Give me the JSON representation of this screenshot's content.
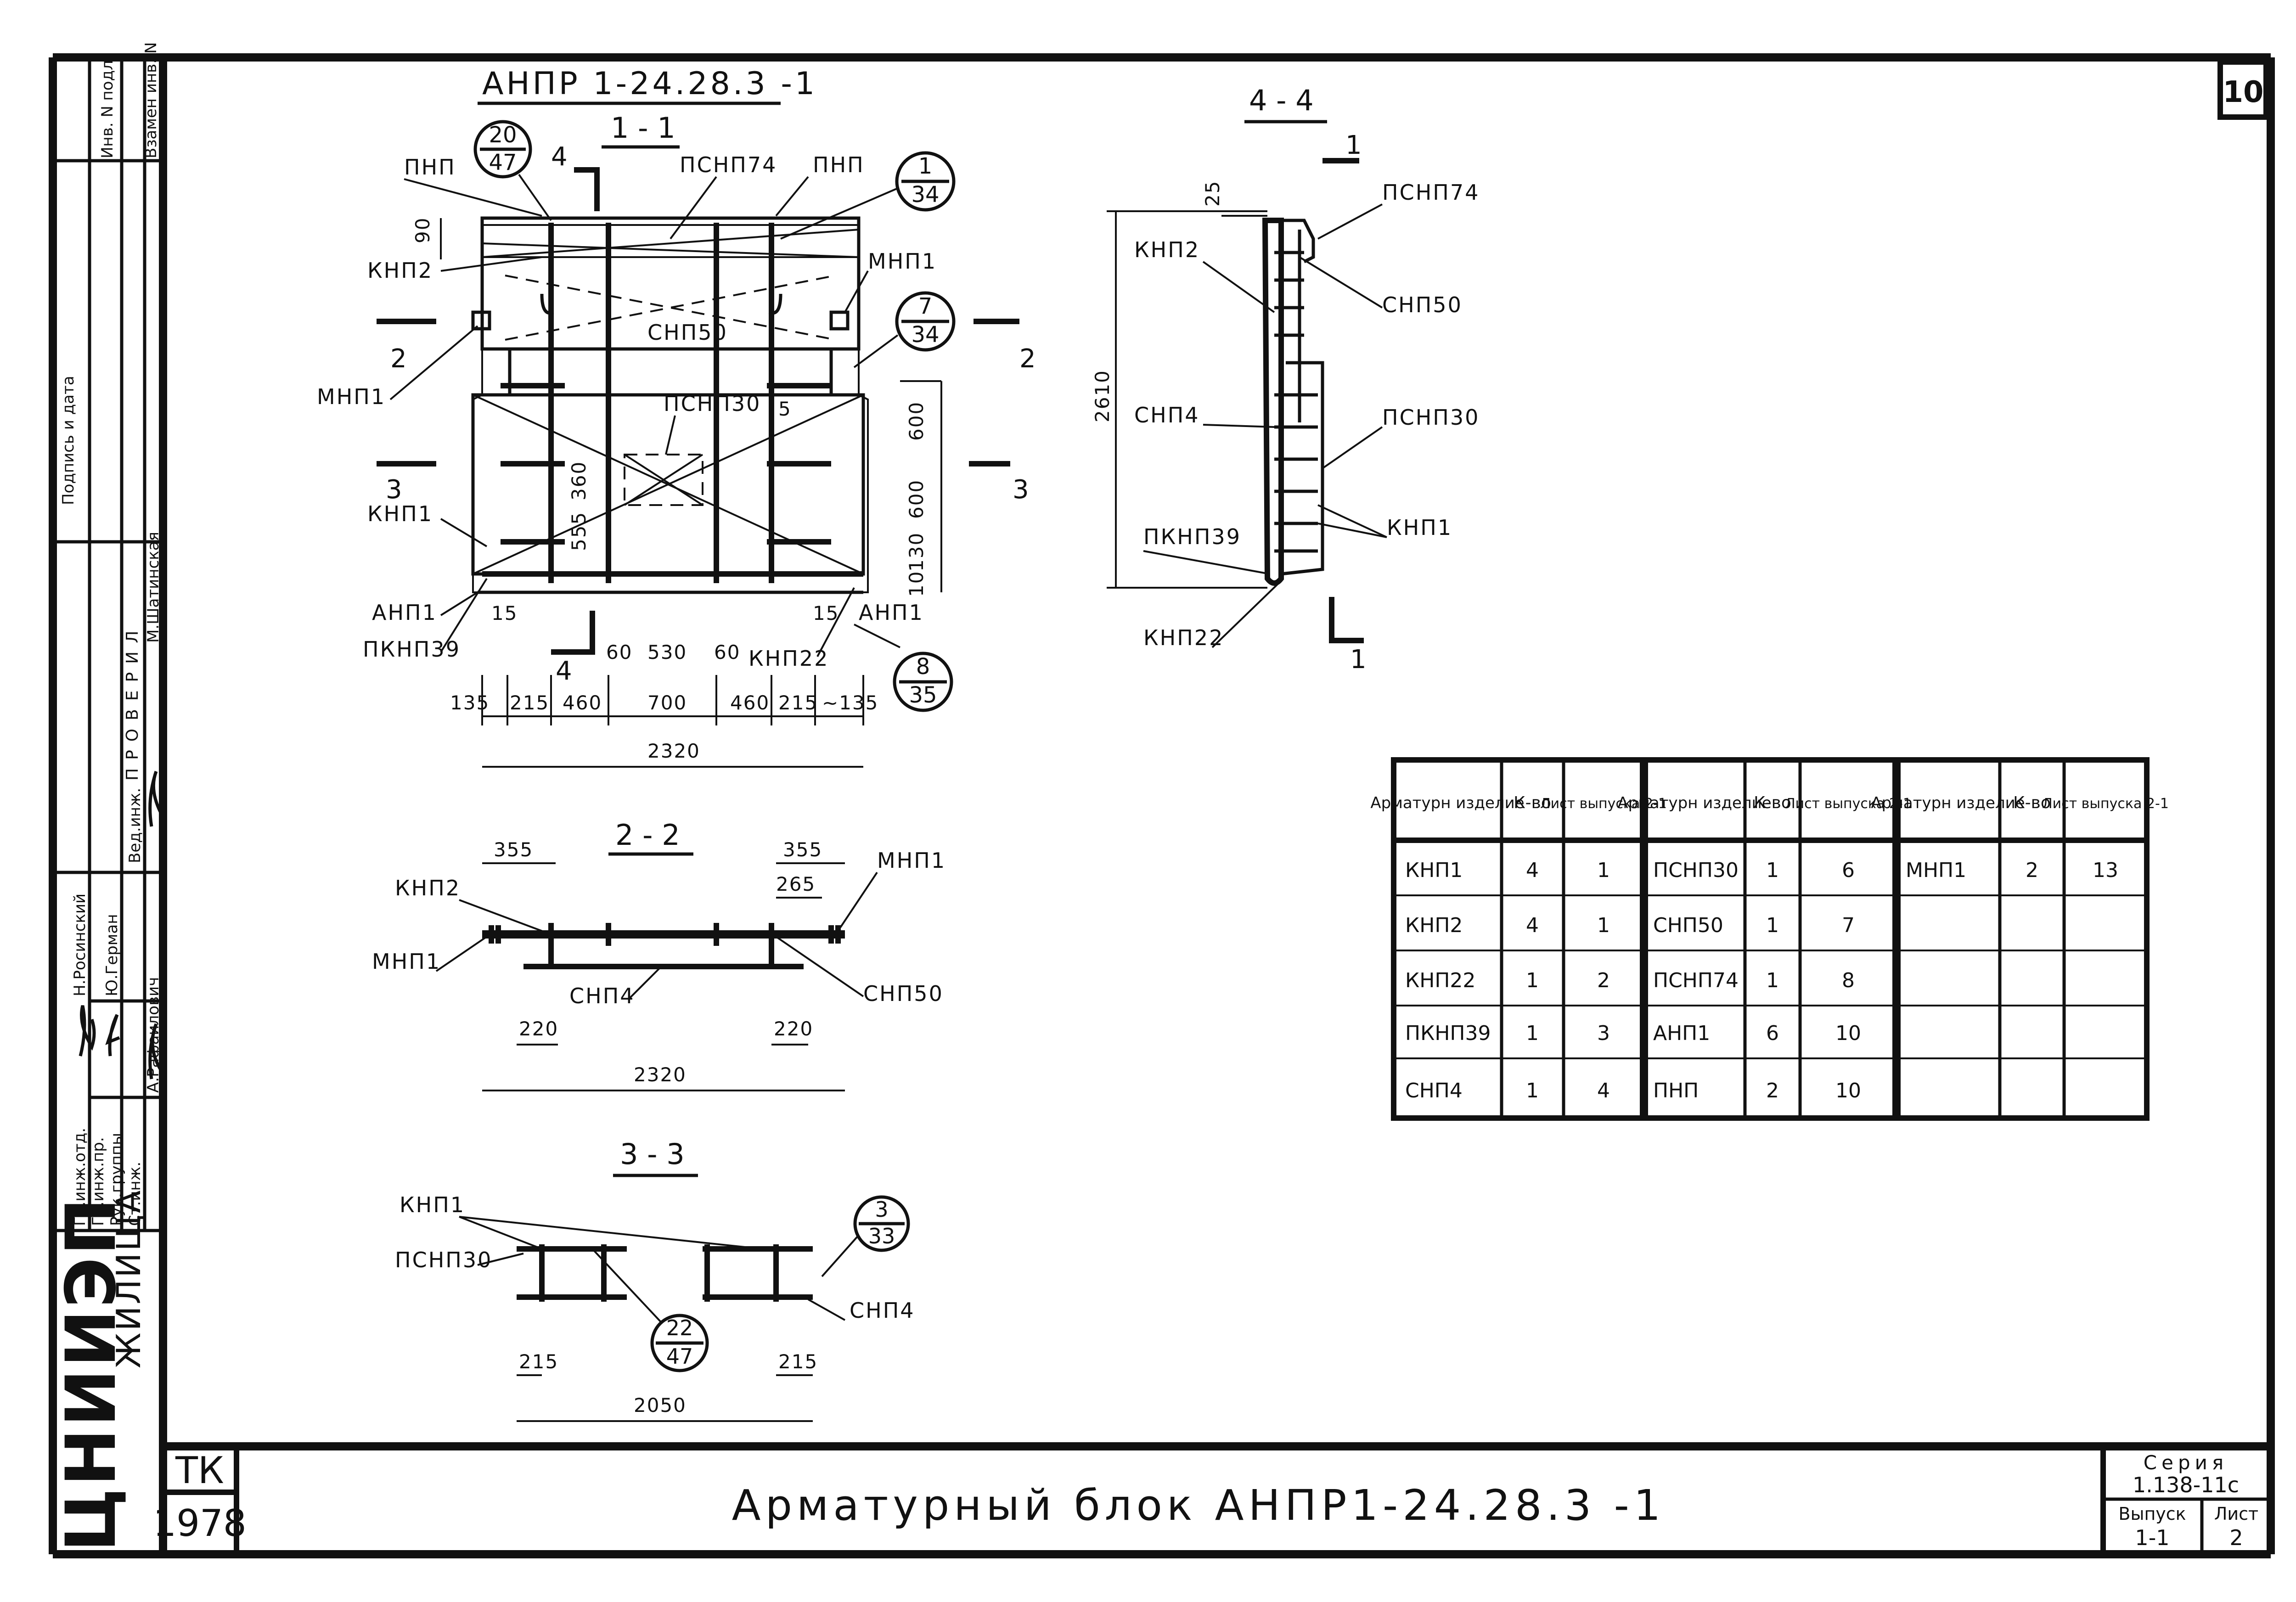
{
  "sheet_number": "10",
  "main_title": "Арматурный блок АНПР1-24.28.3 -1",
  "block_code": "АНПР 1-24.28.3 -1",
  "corner_stamp": {
    "code": "ТК",
    "year": "1978",
    "org_logo": "ЦНИИЭП",
    "org_suffix": "ЖИЛИЩА"
  },
  "series_box": {
    "series_label": "Серия",
    "series_value": "1.138-11с",
    "issue_label": "Выпуск",
    "issue_value": "1-1",
    "sheet_label": "Лист",
    "sheet_value": "2"
  },
  "left_strip": {
    "top_cells": [
      "Инв. N подл.",
      "Подпись и дата",
      "Взамен инв. N"
    ],
    "roles": [
      "Гл.инж.отд.",
      "Гл.инж.пр.",
      "Рук.группы",
      "Ст.инж."
    ],
    "names": [
      "Н.Росинский",
      "Ю.Герман",
      "",
      ""
    ],
    "checked_label": "ПРОВЕРИЛ",
    "checked_roles": [
      "Вед.инж.",
      "А.Рафаилович"
    ],
    "checked_names": [
      "М.Шатинская"
    ]
  },
  "section_1_1": {
    "title": "1 - 1",
    "callouts": [
      {
        "num": "20",
        "den": "47"
      },
      {
        "num": "1",
        "den": "34"
      },
      {
        "num": "7",
        "den": "34"
      },
      {
        "num": "8",
        "den": "35"
      }
    ],
    "labels": [
      "ПНП",
      "ПСНП74",
      "ПНП",
      "КНП2",
      "МНП1",
      "СНП50",
      "МНП1",
      "ПСНП30",
      "КНП1",
      "АНП1",
      "ПКНП39",
      "КНП22",
      "АНП1"
    ],
    "section_marks": [
      "4",
      "2",
      "2",
      "3",
      "3",
      "4"
    ],
    "dims_vertical": [
      "90",
      "600",
      "600",
      "130",
      "10",
      "555",
      "360",
      "5"
    ],
    "dims_small": [
      "15",
      "15",
      "60",
      "530",
      "60"
    ],
    "dims_bottom": [
      "135",
      "215",
      "460",
      "700",
      "460",
      "215",
      "~135"
    ],
    "overall": "2320"
  },
  "section_4_4": {
    "title": "4 - 4",
    "labels": [
      "ПСНП74",
      "КНП2",
      "СНП50",
      "СНП4",
      "ПСНП30",
      "КНП1",
      "ПКНП39",
      "КНП22"
    ],
    "section_marks": [
      "1",
      "1"
    ],
    "dims": [
      "25",
      "2610"
    ]
  },
  "section_2_2": {
    "title": "2 - 2",
    "labels": [
      "КНП2",
      "МНП1",
      "МНП1",
      "СНП4",
      "СНП50"
    ],
    "dims": [
      "355",
      "355",
      "265",
      "220",
      "220"
    ],
    "overall": "2320"
  },
  "section_3_3": {
    "title": "3 - 3",
    "callouts": [
      {
        "num": "3",
        "den": "33"
      },
      {
        "num": "22",
        "den": "47"
      }
    ],
    "labels": [
      "КНП1",
      "ПСНП30",
      "СНП4"
    ],
    "dims": [
      "215",
      "215"
    ],
    "overall": "2050"
  },
  "spec_table": {
    "headers": [
      "Арматурн изделие",
      "К-во",
      "Лист выпуска 2-1"
    ],
    "groups": [
      {
        "rows": [
          [
            "КНП1",
            "4",
            "1"
          ],
          [
            "КНП2",
            "4",
            "1"
          ],
          [
            "КНП22",
            "1",
            "2"
          ],
          [
            "ПКНП39",
            "1",
            "3"
          ],
          [
            "СНП4",
            "1",
            "4"
          ]
        ]
      },
      {
        "rows": [
          [
            "ПСНП30",
            "1",
            "6"
          ],
          [
            "СНП50",
            "1",
            "7"
          ],
          [
            "ПСНП74",
            "1",
            "8"
          ],
          [
            "АНП1",
            "6",
            "10"
          ],
          [
            "ПНП",
            "2",
            "10"
          ]
        ]
      },
      {
        "rows": [
          [
            "МНП1",
            "2",
            "13"
          ],
          [
            "",
            "",
            ""
          ],
          [
            "",
            "",
            ""
          ],
          [
            "",
            "",
            ""
          ],
          [
            "",
            "",
            ""
          ]
        ]
      }
    ]
  }
}
